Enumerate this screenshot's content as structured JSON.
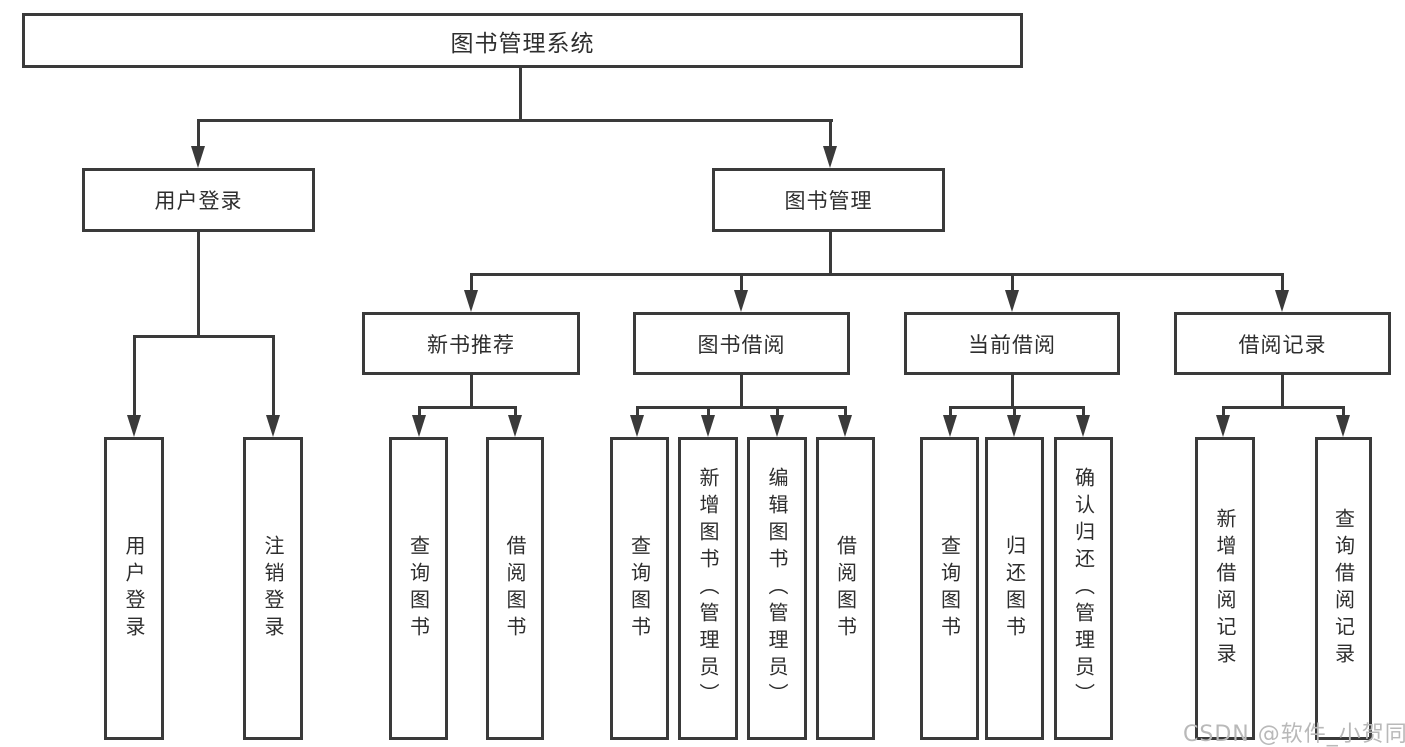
{
  "diagram": {
    "root": {
      "label": "图书管理系统"
    },
    "level2": [
      {
        "label": "用户登录"
      },
      {
        "label": "图书管理"
      }
    ],
    "level3": [
      {
        "label": "新书推荐"
      },
      {
        "label": "图书借阅"
      },
      {
        "label": "当前借阅"
      },
      {
        "label": "借阅记录"
      }
    ],
    "leaves": [
      {
        "label": "用户登录"
      },
      {
        "label": "注销登录"
      },
      {
        "label": "查询图书"
      },
      {
        "label": "借阅图书"
      },
      {
        "label": "查询图书"
      },
      {
        "label": "新增图书（管理员）"
      },
      {
        "label": "编辑图书（管理员）"
      },
      {
        "label": "借阅图书"
      },
      {
        "label": "查询图书"
      },
      {
        "label": "归还图书"
      },
      {
        "label": "确认归还（管理员）"
      },
      {
        "label": "新增借阅记录"
      },
      {
        "label": "查询借阅记录"
      }
    ],
    "watermark": {
      "text": "CSDN @软件_小贺同学"
    },
    "colors": {
      "line": "#3a3a3a",
      "text": "#2e2e2e",
      "watermark": "#b9b9b9",
      "background": "#ffffff"
    }
  }
}
